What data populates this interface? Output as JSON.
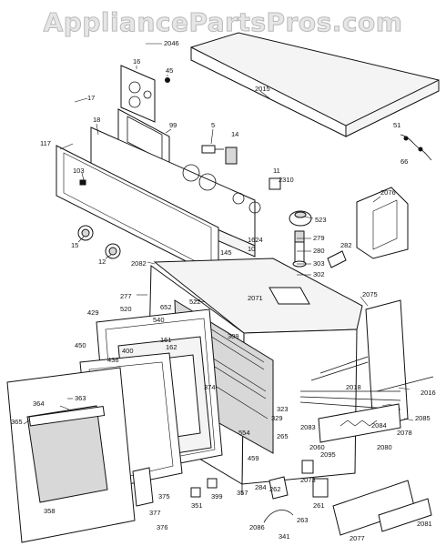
{
  "watermark": "AppliancePartsPros.com",
  "labels": [
    "2046",
    "16",
    "45",
    "2015",
    "17",
    "99",
    "5",
    "14",
    "18",
    "117",
    "103",
    "11",
    "2310",
    "51",
    "66",
    "2076",
    "523",
    "279",
    "280",
    "303",
    "282",
    "302",
    "1624",
    "10",
    "145",
    "15",
    "12",
    "2082",
    "277",
    "522",
    "2071",
    "2075",
    "429",
    "652",
    "520",
    "540",
    "161",
    "162",
    "309",
    "450",
    "400",
    "436",
    "374",
    "364",
    "363",
    "365",
    "323",
    "329",
    "2018",
    "2016",
    "2083",
    "2084",
    "2085",
    "2078",
    "265",
    "554",
    "459",
    "2060",
    "2095",
    "2080",
    "358",
    "375",
    "377",
    "376",
    "351",
    "399",
    "357",
    "284",
    "262",
    "2073",
    "261",
    "2086",
    "341",
    "263",
    "2077",
    "2081"
  ]
}
